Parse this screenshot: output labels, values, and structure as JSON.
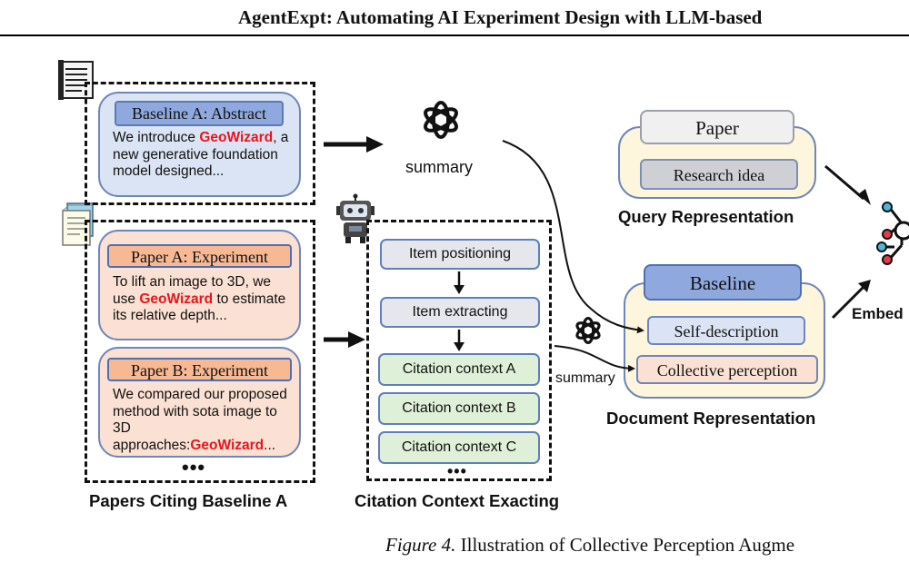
{
  "header": {
    "title": "AgentExpt: Automating AI Experiment Design with LLM-based"
  },
  "left_panel": {
    "abstract_card": {
      "tag": "Baseline A: Abstract",
      "text_before": "We introduce ",
      "highlight": "GeoWizard",
      "text_after": ", a new generative foundation model designed..."
    },
    "experiment_cards": [
      {
        "tag": "Paper A: Experiment",
        "text_before": "To lift an image to 3D, we use ",
        "highlight": "GeoWizard",
        "text_after": " to estimate its relative depth..."
      },
      {
        "tag": "Paper B: Experiment",
        "text_before": "We compared our proposed method with sota image to 3D approaches:",
        "highlight": "GeoWizard",
        "text_after": "..."
      }
    ],
    "ellipsis": "•••",
    "caption": "Papers Citing Baseline A"
  },
  "middle": {
    "summary_label": "summary",
    "steps": [
      "Item positioning",
      "Item extracting"
    ],
    "contexts": [
      "Citation context A",
      "Citation context B",
      "Citation context C"
    ],
    "ellipsis": "•••",
    "caption": "Citation Context Exacting",
    "summary_label_2": "summary"
  },
  "right": {
    "query": {
      "paper": "Paper",
      "idea": "Research idea",
      "caption": "Query Representation"
    },
    "document": {
      "baseline": "Baseline",
      "self_description": "Self-description",
      "collective": "Collective perception",
      "caption": "Document Representation"
    },
    "embed_label": "Embed"
  },
  "figure_caption": {
    "label": "Figure 4.",
    "text": " Illustration of Collective Perception Augme"
  },
  "colors": {
    "blue_card": "#dbe4f4",
    "peach_card": "#fbe1d3",
    "highlight": "#e8141c",
    "green_pill": "#dff0d8",
    "panel_yellow": "#fdf5dc"
  }
}
